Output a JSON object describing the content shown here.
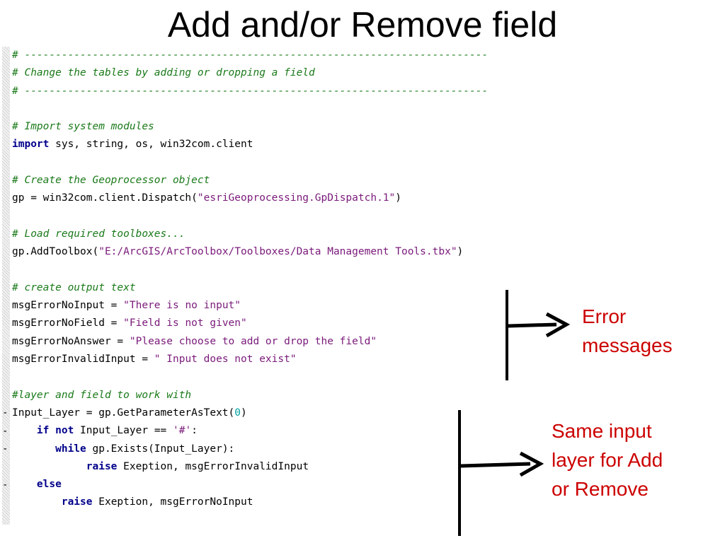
{
  "title": "Add and/or Remove field",
  "code": {
    "l1": "# ---------------------------------------------------------------------------",
    "l2": "# Change the tables by adding or dropping a field",
    "l3": "# ---------------------------------------------------------------------------",
    "l5": "# Import system modules",
    "l6_kw": "import",
    "l6_rest": " sys, string, os, win32com.client",
    "l8": "# Create the Geoprocessor object",
    "l9_a": "gp = win32com.client.Dispatch(",
    "l9_s": "\"esriGeoprocessing.GpDispatch.1\"",
    "l9_b": ")",
    "l11": "# Load required toolboxes...",
    "l12_a": "gp.AddToolbox(",
    "l12_s": "\"E:/ArcGIS/ArcToolbox/Toolboxes/Data Management Tools.tbx\"",
    "l12_b": ")",
    "l14": "# create output text",
    "l15_a": "msgErrorNoInput = ",
    "l15_s": "\"There is no input\"",
    "l16_a": "msgErrorNoField = ",
    "l16_s": "\"Field is not given\"",
    "l17_a": "msgErrorNoAnswer = ",
    "l17_s": "\"Please choose to add or drop the field\"",
    "l18_a": "msgErrorInvalidInput = ",
    "l18_s": "\" Input does not exist\"",
    "l20": "#layer and field to work with",
    "l21_a": "Input_Layer = gp.GetParameterAsText(",
    "l21_n": "0",
    "l21_b": ")",
    "l22_i": "    ",
    "l22_kw1": "if",
    "l22_sp": " ",
    "l22_kw2": "not",
    "l22_a": " Input_Layer == ",
    "l22_s": "'#'",
    "l22_b": ":",
    "l23_i": "       ",
    "l23_kw": "while",
    "l23_a": " gp.Exists(Input_Layer):",
    "l24_i": "            ",
    "l24_kw": "raise",
    "l24_a": " Exeption, msgErrorInvalidInput",
    "l25_i": "    ",
    "l25_kw": "else",
    "l26_i": "        ",
    "l26_kw": "raise",
    "l26_a": " Exeption, msgErrorNoInput"
  },
  "fold_mark": "-",
  "callouts": {
    "error_line1": "Error",
    "error_line2": "messages",
    "same_line1": "Same input",
    "same_line2": "layer for Add",
    "same_line3": "or Remove"
  },
  "colors": {
    "comment": "#1a7a1a",
    "keyword": "#00008b",
    "string": "#7a1a7a",
    "number": "#00a0a0",
    "callout": "#cc0000"
  }
}
